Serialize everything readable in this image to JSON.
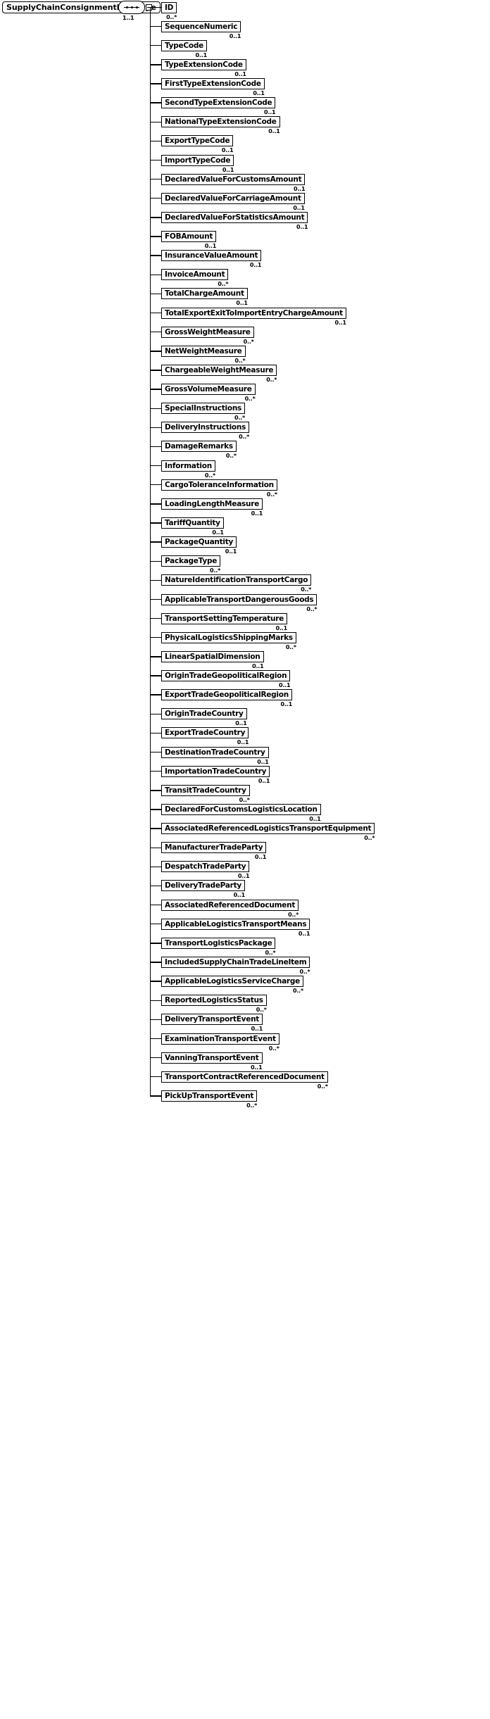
{
  "diagram": {
    "title": "SupplyChainConsignmentItemType",
    "root": {
      "label": "SupplyChainConsignmentItemType",
      "compositor": "sequence",
      "compositor_cardinality": "1..1"
    },
    "colors": {
      "stroke": "#000000",
      "fill": "#ffffff",
      "text": "#000000"
    },
    "children": [
      {
        "label": "ID",
        "cardinality": "0..*"
      },
      {
        "label": "SequenceNumeric",
        "cardinality": "0..1"
      },
      {
        "label": "TypeCode",
        "cardinality": "0..1"
      },
      {
        "label": "TypeExtensionCode",
        "cardinality": "0..1"
      },
      {
        "label": "FirstTypeExtensionCode",
        "cardinality": "0..1"
      },
      {
        "label": "SecondTypeExtensionCode",
        "cardinality": "0..1"
      },
      {
        "label": "NationalTypeExtensionCode",
        "cardinality": "0..1"
      },
      {
        "label": "ExportTypeCode",
        "cardinality": "0..1"
      },
      {
        "label": "ImportTypeCode",
        "cardinality": "0..1"
      },
      {
        "label": "DeclaredValueForCustomsAmount",
        "cardinality": "0..1"
      },
      {
        "label": "DeclaredValueForCarriageAmount",
        "cardinality": "0..1"
      },
      {
        "label": "DeclaredValueForStatisticsAmount",
        "cardinality": "0..1"
      },
      {
        "label": "FOBAmount",
        "cardinality": "0..1"
      },
      {
        "label": "InsuranceValueAmount",
        "cardinality": "0..1"
      },
      {
        "label": "InvoiceAmount",
        "cardinality": "0..*"
      },
      {
        "label": "TotalChargeAmount",
        "cardinality": "0..1"
      },
      {
        "label": "TotalExportExitToImportEntryChargeAmount",
        "cardinality": "0..1"
      },
      {
        "label": "GrossWeightMeasure",
        "cardinality": "0..*"
      },
      {
        "label": "NetWeightMeasure",
        "cardinality": "0..*"
      },
      {
        "label": "ChargeableWeightMeasure",
        "cardinality": "0..*"
      },
      {
        "label": "GrossVolumeMeasure",
        "cardinality": "0..*"
      },
      {
        "label": "SpecialInstructions",
        "cardinality": "0..*"
      },
      {
        "label": "DeliveryInstructions",
        "cardinality": "0..*"
      },
      {
        "label": "DamageRemarks",
        "cardinality": "0..*"
      },
      {
        "label": "Information",
        "cardinality": "0..*"
      },
      {
        "label": "CargoToleranceInformation",
        "cardinality": "0..*"
      },
      {
        "label": "LoadingLengthMeasure",
        "cardinality": "0..1"
      },
      {
        "label": "TariffQuantity",
        "cardinality": "0..1"
      },
      {
        "label": "PackageQuantity",
        "cardinality": "0..1"
      },
      {
        "label": "PackageType",
        "cardinality": "0..*"
      },
      {
        "label": "NatureIdentificationTransportCargo",
        "cardinality": "0..*"
      },
      {
        "label": "ApplicableTransportDangerousGoods",
        "cardinality": "0..*"
      },
      {
        "label": "TransportSettingTemperature",
        "cardinality": "0..1"
      },
      {
        "label": "PhysicalLogisticsShippingMarks",
        "cardinality": "0..*"
      },
      {
        "label": "LinearSpatialDimension",
        "cardinality": "0..1"
      },
      {
        "label": "OriginTradeGeopoliticalRegion",
        "cardinality": "0..1"
      },
      {
        "label": "ExportTradeGeopoliticalRegion",
        "cardinality": "0..1"
      },
      {
        "label": "OriginTradeCountry",
        "cardinality": "0..1"
      },
      {
        "label": "ExportTradeCountry",
        "cardinality": "0..1"
      },
      {
        "label": "DestinationTradeCountry",
        "cardinality": "0..1"
      },
      {
        "label": "ImportationTradeCountry",
        "cardinality": "0..1"
      },
      {
        "label": "TransitTradeCountry",
        "cardinality": "0..*"
      },
      {
        "label": "DeclaredForCustomsLogisticsLocation",
        "cardinality": "0..1"
      },
      {
        "label": "AssociatedReferencedLogisticsTransportEquipment",
        "cardinality": "0..*"
      },
      {
        "label": "ManufacturerTradeParty",
        "cardinality": "0..1"
      },
      {
        "label": "DespatchTradeParty",
        "cardinality": "0..1"
      },
      {
        "label": "DeliveryTradeParty",
        "cardinality": "0..1"
      },
      {
        "label": "AssociatedReferencedDocument",
        "cardinality": "0..*"
      },
      {
        "label": "ApplicableLogisticsTransportMeans",
        "cardinality": "0..1"
      },
      {
        "label": "TransportLogisticsPackage",
        "cardinality": "0..*"
      },
      {
        "label": "IncludedSupplyChainTradeLineItem",
        "cardinality": "0..*"
      },
      {
        "label": "ApplicableLogisticsServiceCharge",
        "cardinality": "0..*"
      },
      {
        "label": "ReportedLogisticsStatus",
        "cardinality": "0..*"
      },
      {
        "label": "DeliveryTransportEvent",
        "cardinality": "0..1"
      },
      {
        "label": "ExaminationTransportEvent",
        "cardinality": "0..*"
      },
      {
        "label": "VanningTransportEvent",
        "cardinality": "0..1"
      },
      {
        "label": "TransportContractReferencedDocument",
        "cardinality": "0..*"
      },
      {
        "label": "PickUpTransportEvent",
        "cardinality": "0..*"
      }
    ]
  }
}
